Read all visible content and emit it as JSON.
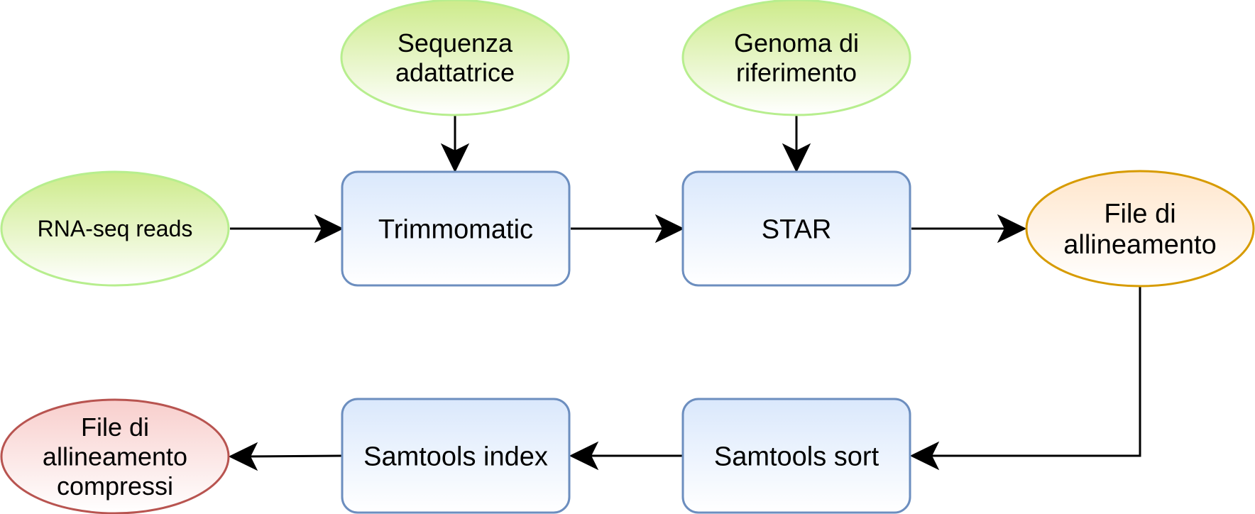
{
  "nodes": {
    "adapter": {
      "lines": [
        "Sequenza",
        "adattatrice"
      ],
      "kind": "input"
    },
    "genome": {
      "lines": [
        "Genoma di",
        "riferimento"
      ],
      "kind": "input"
    },
    "reads": {
      "lines": [
        "RNA-seq reads"
      ],
      "kind": "input"
    },
    "trimmomatic": {
      "lines": [
        "Trimmomatic"
      ],
      "kind": "process"
    },
    "star": {
      "lines": [
        "STAR"
      ],
      "kind": "process"
    },
    "alignment": {
      "lines": [
        "File di",
        "allineamento"
      ],
      "kind": "intermediate"
    },
    "sort": {
      "lines": [
        "Samtools sort"
      ],
      "kind": "process"
    },
    "index": {
      "lines": [
        "Samtools index"
      ],
      "kind": "process"
    },
    "compressed": {
      "lines": [
        "File di",
        "allineamento",
        "compressi"
      ],
      "kind": "output"
    }
  },
  "edges": [
    {
      "from": "adapter",
      "to": "trimmomatic"
    },
    {
      "from": "genome",
      "to": "star"
    },
    {
      "from": "reads",
      "to": "trimmomatic"
    },
    {
      "from": "trimmomatic",
      "to": "star"
    },
    {
      "from": "star",
      "to": "alignment"
    },
    {
      "from": "alignment",
      "to": "sort"
    },
    {
      "from": "sort",
      "to": "index"
    },
    {
      "from": "index",
      "to": "compressed"
    }
  ],
  "colors": {
    "input_fill_top": "#cdeb8b",
    "input_fill_bottom": "#ffffff",
    "input_stroke": "#b7ee8e",
    "process_fill_top": "#dae8fc",
    "process_fill_bottom": "#ffffff",
    "process_stroke": "#6c8ebf",
    "intermediate_fill_top": "#ffe6cc",
    "intermediate_fill_bottom": "#ffffff",
    "intermediate_stroke": "#d79b00",
    "output_fill_top": "#f8cecc",
    "output_fill_bottom": "#ffffff",
    "output_stroke": "#b85450",
    "edge": "#000000"
  }
}
